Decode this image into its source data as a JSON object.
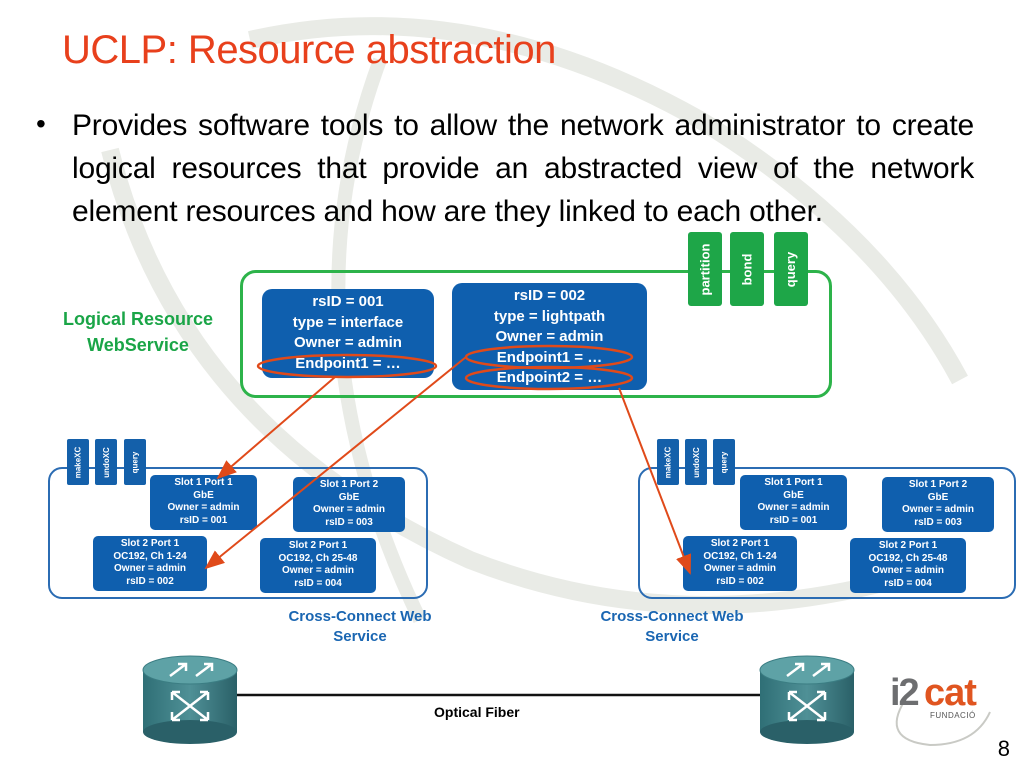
{
  "slide": {
    "title": "UCLP: Resource abstraction",
    "bullet": "Provides software tools to allow the network administrator to create logical resources that provide an abstracted view of the network element resources and how are they linked to each other.",
    "page_number": "8"
  },
  "logical_service": {
    "label_line1": "Logical Resource",
    "label_line2": "WebService",
    "tabs": [
      "partition",
      "bond",
      "query"
    ],
    "resources": [
      {
        "lines": [
          "rsID = 001",
          "type = interface",
          "Owner = admin",
          "Endpoint1 = …"
        ]
      },
      {
        "lines": [
          "rsID = 002",
          "type = lightpath",
          "Owner = admin",
          "Endpoint1 = …",
          "Endpoint2 = …"
        ]
      }
    ]
  },
  "cross_connect": {
    "tabs": [
      "makeXC",
      "undoXC",
      "query"
    ],
    "label_line1": "Cross-Connect Web",
    "label_line2": "Service",
    "slots": [
      {
        "lines": [
          "Slot 1 Port 1",
          "GbE",
          "Owner = admin",
          "rsID = 001"
        ]
      },
      {
        "lines": [
          "Slot 1 Port 2",
          "GbE",
          "Owner = admin",
          "rsID = 003"
        ]
      },
      {
        "lines": [
          "Slot 2 Port 1",
          "OC192, Ch 1-24",
          "Owner = admin",
          "rsID = 002"
        ]
      },
      {
        "lines": [
          "Slot 2 Port 1",
          "OC192, Ch 25-48",
          "Owner = admin",
          "rsID = 004"
        ]
      }
    ]
  },
  "link": {
    "label": "Optical Fiber"
  },
  "logo": {
    "main_a": "i2",
    "main_b": "cat",
    "sub": "FUNDACIÓ"
  },
  "colors": {
    "title": "#e8401c",
    "green": "#1ea648",
    "blue_box": "#0f5fae",
    "arrow": "#e04a1a"
  }
}
